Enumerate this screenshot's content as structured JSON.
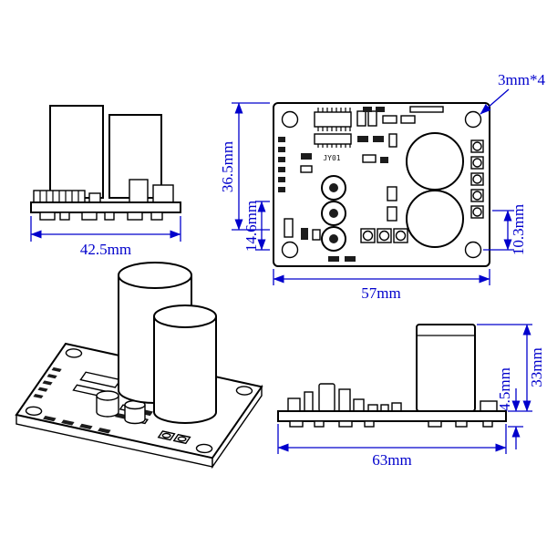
{
  "colors": {
    "dimension": "#0000cc",
    "outline": "#000000",
    "background": "#ffffff"
  },
  "dims": {
    "hole_spec": "3mm*4",
    "top_height": "36.5mm",
    "top_inner_height": "14.6mm",
    "top_width": "57mm",
    "hole_offset": "10.3mm",
    "front_width": "42.5mm",
    "side_width": "63mm",
    "capacitor_height": "33mm",
    "board_thickness": "4.5mm"
  },
  "silkscreen": {
    "ic_label": "JY01"
  }
}
